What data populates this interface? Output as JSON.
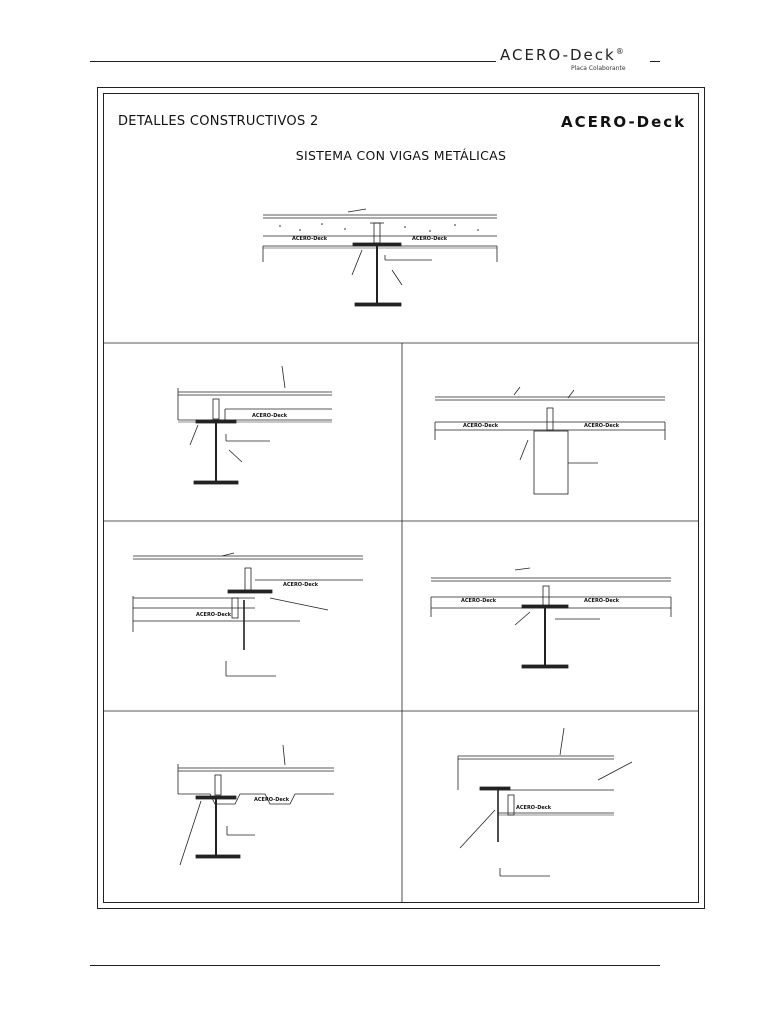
{
  "header": {
    "logo_text": "ACERO-Deck",
    "registered_mark": "®",
    "tagline": "Placa Colaborante"
  },
  "document": {
    "title": "DETALLES CONSTRUCTIVOS  2",
    "logo_text": "ACERO-Deck",
    "subtitle": "SISTEMA CON VIGAS METÁLICAS"
  },
  "drawings": {
    "deck_label": "ACERO-Deck"
  }
}
